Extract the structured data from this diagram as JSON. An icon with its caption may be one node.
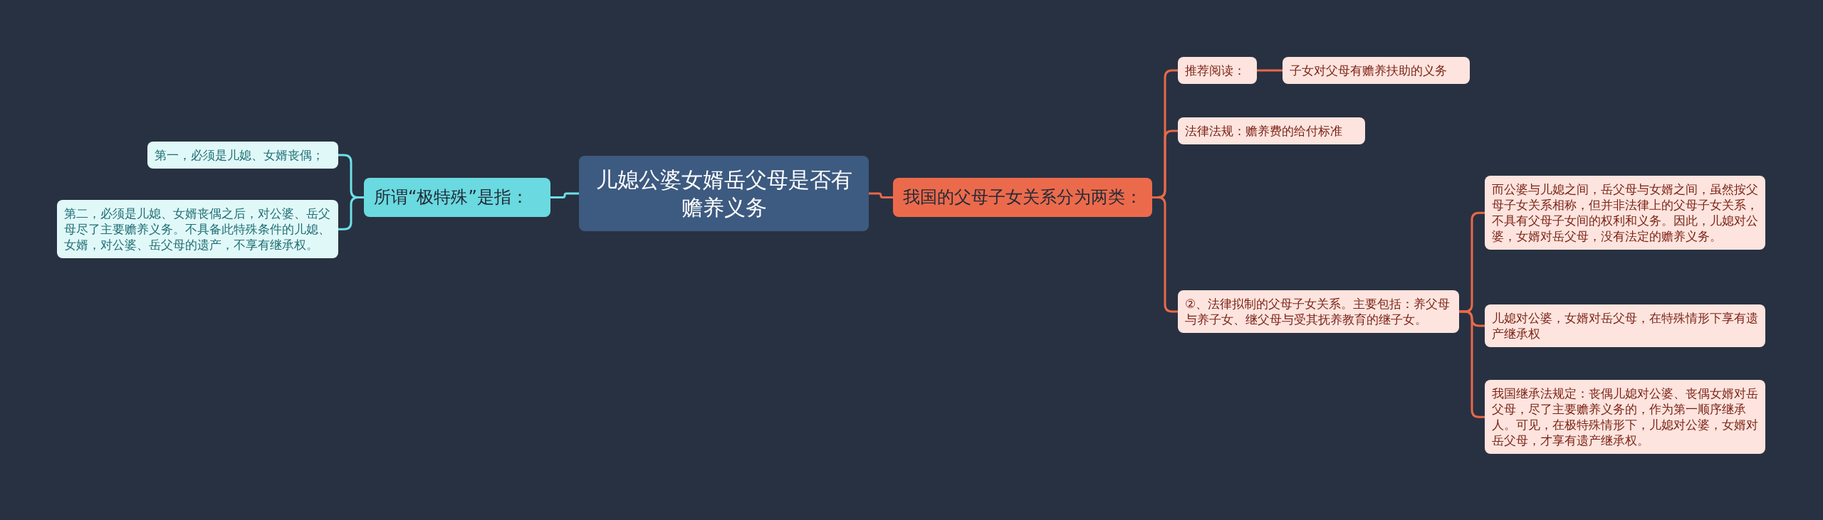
{
  "diagram": {
    "nodes": [
      {
        "text": [
          "儿媳公婆女婿岳父母是否有赡养义务"
        ]
      },
      {
        "text": [
          "所谓“极特殊”是指："
        ]
      },
      {
        "text": [
          "第一，必须是儿媳、女婿丧偶；"
        ]
      },
      {
        "text": [
          "第二，必须是儿媳、女婿丧偶之后，对公婆、岳父母尽了主要赡养义务。不具备此特殊条件的儿媳、女婿，对公婆、岳父母的遗产，不享有继承权。"
        ]
      },
      {
        "text": [
          "我国的父母子女关系分为两类："
        ]
      },
      {
        "text": [
          "推荐阅读："
        ]
      },
      {
        "text": [
          "子女对父母有赡养扶助的义务"
        ]
      },
      {
        "text": [
          "法律法规：赡养费的给付标准"
        ]
      },
      {
        "text": [
          "②、法律拟制的父母子女关系。主要包括：养父母与养子女、继父母与受其抚养教育的继子女。"
        ]
      },
      {
        "text": [
          "而公婆与儿媳之间，岳父母与女婿之间，虽然按父母子女关系相称，但并非法律上的父母子女关系，不具有父母子女间的权利和义务。因此，儿媳对公婆，女婿对岳父母，没有法定的赡养义务。"
        ]
      },
      {
        "text": [
          "儿媳对公婆，女婿对岳父母，在特殊情形下享有遗产继承权"
        ]
      },
      {
        "text": [
          "我国继承法规定：丧偶儿媳对公婆、丧偶女婿对岳父母，尽了主要赡养义务的，作为第一顺序继承人。可见，在极特殊情形下，儿媳对公婆，女婿对岳父母，才享有遗产继承权。"
        ]
      }
    ],
    "edges": [
      {
        "from": 0,
        "to": 1,
        "arrow": "none",
        "color": "#6ee0e8"
      },
      {
        "from": 1,
        "to": 2,
        "arrow": "none",
        "color": "#6ee0e8"
      },
      {
        "from": 1,
        "to": 3,
        "arrow": "none",
        "color": "#6ee0e8"
      },
      {
        "from": 0,
        "to": 4,
        "arrow": "none"
      },
      {
        "from": 4,
        "to": 5,
        "arrow": "none"
      },
      {
        "from": 5,
        "to": 6,
        "arrow": "none"
      },
      {
        "from": 4,
        "to": 7,
        "arrow": "none"
      },
      {
        "from": 4,
        "to": 8,
        "arrow": "none"
      },
      {
        "from": 8,
        "to": 9,
        "arrow": "none"
      },
      {
        "from": 8,
        "to": 10,
        "arrow": "none"
      },
      {
        "from": 8,
        "to": 11,
        "arrow": "none"
      }
    ]
  }
}
